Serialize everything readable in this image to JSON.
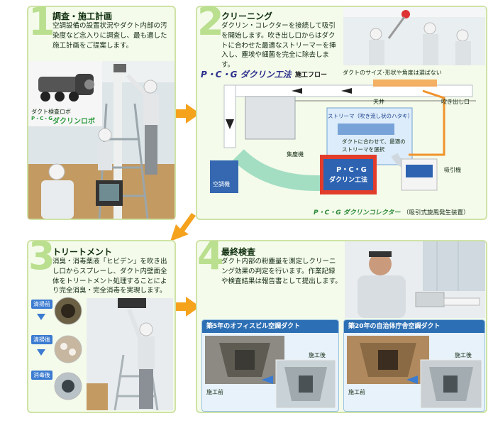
{
  "steps": [
    {
      "number": "1",
      "title": "調査・施工計画",
      "text": "空調設備の設置状況やダクト内部の汚染度など念入りに調査し、最も適した施工計画をご提案します。",
      "robot_label": "ダクト検査ロボ",
      "robot_brand_small": "P・C・G",
      "robot_brand": "ダクリンロボ"
    },
    {
      "number": "2",
      "title": "クリーニング",
      "text": "ダクリン・コレクターを接続して吸引を開始します。吹き出し口からはダクトに合わせた最適なストリーマーを挿入し、塵埃や細菌を完全に除去します。"
    },
    {
      "number": "3",
      "title": "トリートメント",
      "text": "消臭・消毒薬液「ヒビデン」を吹き出し口からスプレーし、ダクト内壁面全体をトリートメント処理することにより完全消臭・完全消毒を実現します。",
      "stages": [
        "清掃前",
        "清掃後",
        "消毒後"
      ]
    },
    {
      "number": "4",
      "title": "最終検査",
      "text": "ダクト内部の粉塵量を測定しクリーニング効果の判定を行います。作業記録や検査結果は報告書として提出します。"
    }
  ],
  "flow": {
    "brand": "P・C・G ダクリン工法",
    "title": "施工フロー",
    "note_top": "ダクトのサイズ･形状や角度は選ばない",
    "ceiling": "天井",
    "outlet": "吹き出し口",
    "streamer": "ストリーマ（吹き流し状のハタキ）",
    "streamer_note": "ダクトに合わせて、最適のストリーマを選択",
    "dust_collector": "集塵機",
    "suction": "吸引機",
    "ac_unit": "空調機",
    "collector_brand": "P・C・G ダクリンコレクター",
    "collector_note": "（吸引式旋風発生装置）",
    "machine_label": "P・C・G",
    "machine_label2": "ダクリン工法"
  },
  "compare": [
    {
      "title": "築5年のオフィスビル空調ダクト",
      "before": "施工前",
      "after": "施工後"
    },
    {
      "title": "築20年の自治体庁舎空調ダクト",
      "before": "施工前",
      "after": "施工後"
    }
  ]
}
